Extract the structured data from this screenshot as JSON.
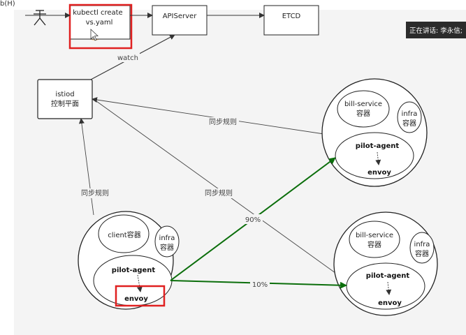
{
  "menu_fragment": "b(H)",
  "speaker_badge": "正在讲话: 李永信;",
  "nodes": {
    "kubectl": [
      "kubectl create",
      "vs.yaml"
    ],
    "apiserver": "APIServer",
    "etcd": "ETCD",
    "istiod": [
      "istiod",
      "控制平面"
    ],
    "client_pod": {
      "client": "client容器",
      "infra": [
        "infra",
        "容器"
      ],
      "pilot": "pilot-agent",
      "envoy": "envoy"
    },
    "bill_pod_1": {
      "service": [
        "bill-service",
        "容器"
      ],
      "infra": [
        "infra",
        "容器"
      ],
      "pilot": "pilot-agent",
      "envoy": "envoy"
    },
    "bill_pod_2": {
      "service": [
        "bill-service",
        "容器"
      ],
      "infra": [
        "infra",
        "容器"
      ],
      "pilot": "pilot-agent",
      "envoy": "envoy"
    }
  },
  "edge_labels": {
    "watch": "watch",
    "sync_top": "同步规则",
    "sync_left": "同步规则",
    "sync_mid": "同步规则",
    "pct_90": "90%",
    "pct_10": "10%"
  },
  "colors": {
    "highlight": "#e02020",
    "traffic": "#0b6e0b",
    "cursor_glow": "#f5c07a",
    "badge_bg": "#2b2b2b"
  }
}
